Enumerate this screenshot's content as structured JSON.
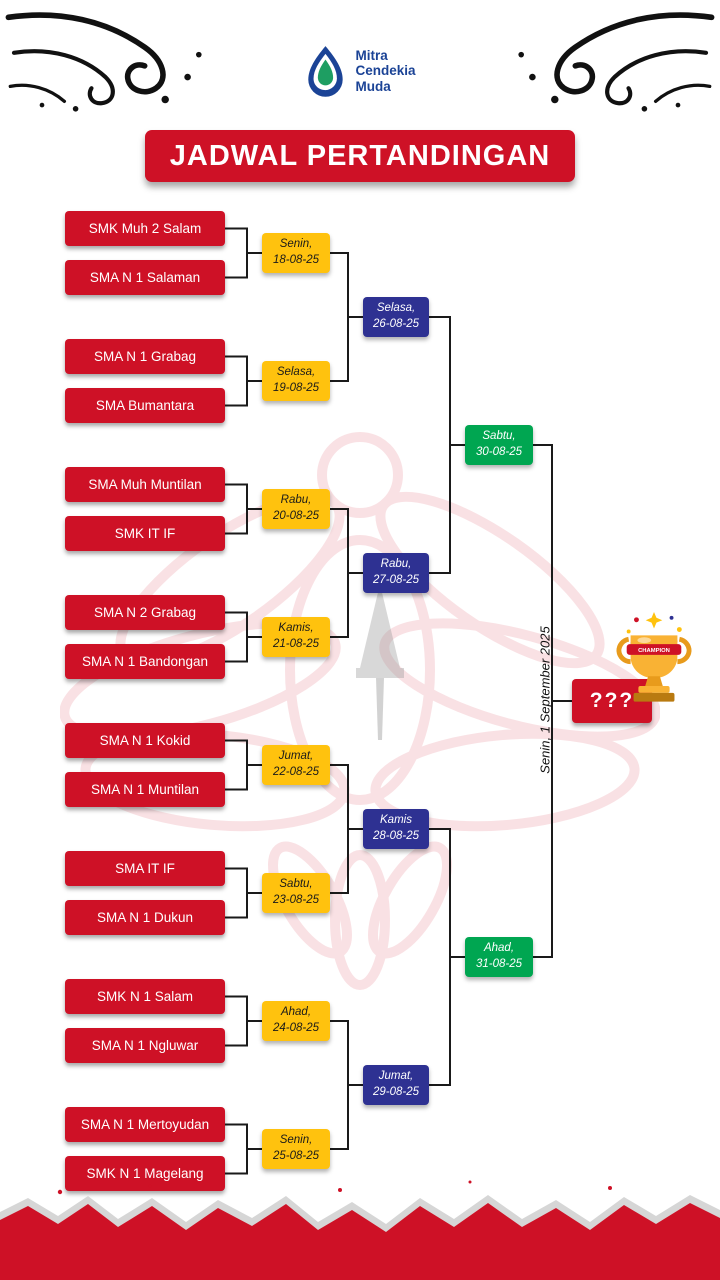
{
  "title": "JADWAL PERTANDINGAN",
  "logo": {
    "line1": "Mitra",
    "line2": "Cendekia",
    "line3": "Muda"
  },
  "colors": {
    "red": "#CE1126",
    "yellow": "#FFC20E",
    "blue": "#2E3192",
    "green": "#00A651",
    "logo_blue": "#1B4396",
    "logo_green": "#1E9E62"
  },
  "pairs": [
    {
      "team_a": "SMK Muh 2 Salam",
      "team_b": "SMA N 1 Salaman",
      "date_day": "Senin,",
      "date_num": "18-08-25"
    },
    {
      "team_a": "SMA N 1 Grabag",
      "team_b": "SMA Bumantara",
      "date_day": "Selasa,",
      "date_num": "19-08-25"
    },
    {
      "team_a": "SMA Muh Muntilan",
      "team_b": "SMK IT IF",
      "date_day": "Rabu,",
      "date_num": "20-08-25"
    },
    {
      "team_a": "SMA N 2 Grabag",
      "team_b": "SMA N 1 Bandongan",
      "date_day": "Kamis,",
      "date_num": "21-08-25"
    },
    {
      "team_a": "SMA N 1 Kokid",
      "team_b": "SMA N 1 Muntilan",
      "date_day": "Jumat,",
      "date_num": "22-08-25"
    },
    {
      "team_a": "SMA IT IF",
      "team_b": "SMA N 1 Dukun",
      "date_day": "Sabtu,",
      "date_num": "23-08-25"
    },
    {
      "team_a": "SMK N 1 Salam",
      "team_b": "SMA N 1 Ngluwar",
      "date_day": "Ahad,",
      "date_num": "24-08-25"
    },
    {
      "team_a": "SMA N 1 Mertoyudan",
      "team_b": "SMK N 1 Magelang",
      "date_day": "Senin,",
      "date_num": "25-08-25"
    }
  ],
  "quarterfinals": [
    {
      "date_day": "Selasa,",
      "date_num": "26-08-25"
    },
    {
      "date_day": "Rabu,",
      "date_num": "27-08-25"
    },
    {
      "date_day": "Kamis",
      "date_num": "28-08-25"
    },
    {
      "date_day": "Jumat,",
      "date_num": "29-08-25"
    }
  ],
  "semifinals": [
    {
      "date_day": "Sabtu,",
      "date_num": "30-08-25"
    },
    {
      "date_day": "Ahad,",
      "date_num": "31-08-25"
    }
  ],
  "final": {
    "date": "Senin, 1 September 2025",
    "winner": "???",
    "trophy_banner": "CHAMPION"
  },
  "icons": {
    "trophy": "🏆",
    "sparkle": "✦"
  }
}
